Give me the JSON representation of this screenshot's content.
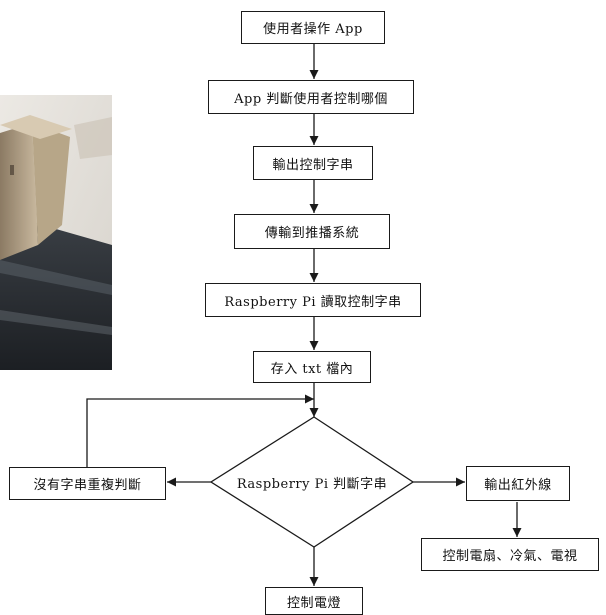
{
  "flowchart": {
    "nodes": {
      "step_app_operation": "使用者操作 App",
      "step_app_decides": "App 判斷使用者控制哪個",
      "step_output_string": "輸出控制字串",
      "step_transmit": "傳輸到推播系統",
      "step_pi_reads": "Raspberry Pi 讀取控制字串",
      "step_save_txt": "存入 txt 檔內",
      "decision_pi_judges": "Raspberry Pi 判斷字串",
      "branch_no_string": "沒有字串重複判斷",
      "branch_infrared": "輸出紅外線",
      "branch_appliances": "控制電扇、冷氣、電視",
      "branch_lights": "控制電燈"
    }
  },
  "colors": {
    "line": "#1a1a1a",
    "box_border": "#1a1a1a",
    "background": "#ffffff"
  }
}
